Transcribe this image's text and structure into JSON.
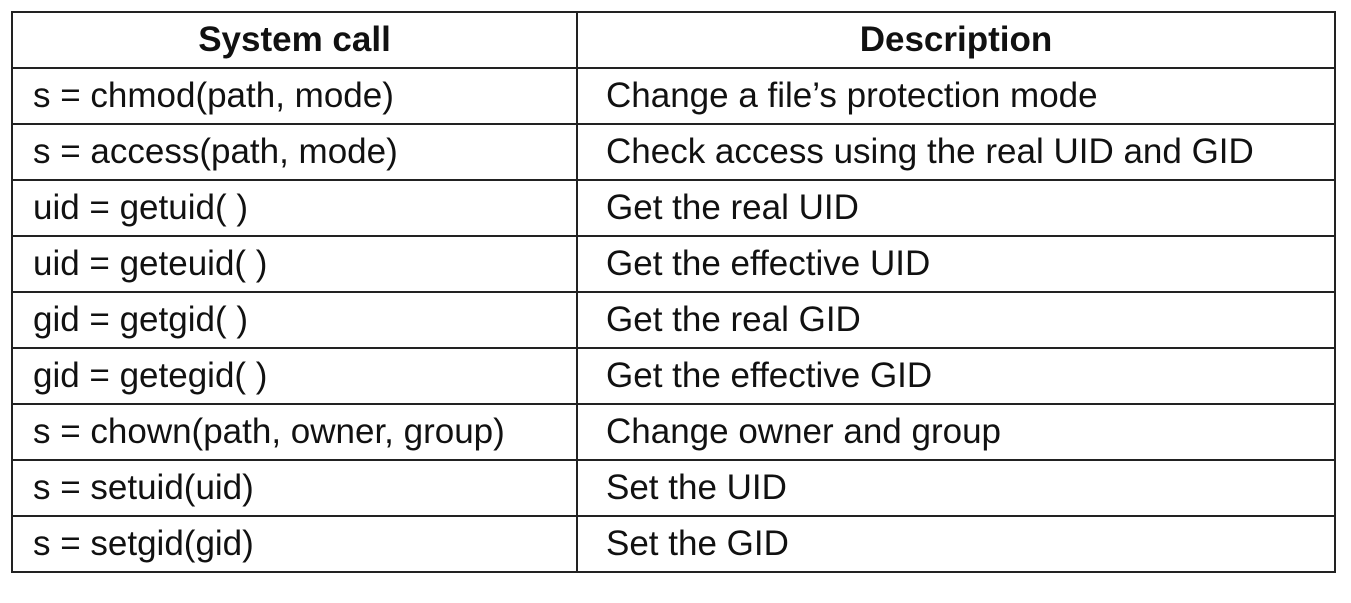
{
  "table": {
    "headers": {
      "call": "System call",
      "description": "Description"
    },
    "rows": [
      {
        "call": "s = chmod(path, mode)",
        "description": "Change a file’s protection mode"
      },
      {
        "call": "s = access(path, mode)",
        "description": "Check access using the real UID and GID"
      },
      {
        "call": "uid = getuid( )",
        "description": "Get the real UID"
      },
      {
        "call": "uid = geteuid( )",
        "description": "Get the effective UID"
      },
      {
        "call": "gid = getgid( )",
        "description": "Get the real GID"
      },
      {
        "call": "gid = getegid( )",
        "description": "Get the effective GID"
      },
      {
        "call": "s = chown(path, owner, group)",
        "description": "Change owner and group"
      },
      {
        "call": "s = setuid(uid)",
        "description": "Set the UID"
      },
      {
        "call": "s = setgid(gid)",
        "description": "Set the GID"
      }
    ]
  }
}
